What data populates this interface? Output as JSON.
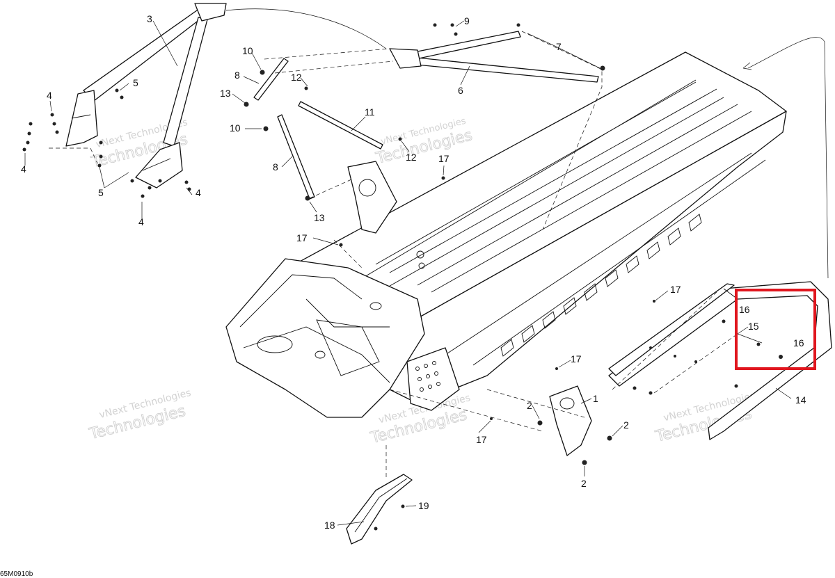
{
  "labels": {
    "l1": "1",
    "l2": "2",
    "l3": "3",
    "l4": "4",
    "l5": "5",
    "l6": "6",
    "l7": "7",
    "l8": "8",
    "l9": "9",
    "l10": "10",
    "l11": "11",
    "l12": "12",
    "l13": "13",
    "l14": "14",
    "l15": "15",
    "l16": "16",
    "l17": "17",
    "l18": "18",
    "l19": "19"
  },
  "watermark": {
    "small": "vNext Technologies",
    "big": "Technologies"
  },
  "figure_code": "65M0910b",
  "highlight": {
    "color": "#e0161e",
    "parts": "15, 16"
  }
}
